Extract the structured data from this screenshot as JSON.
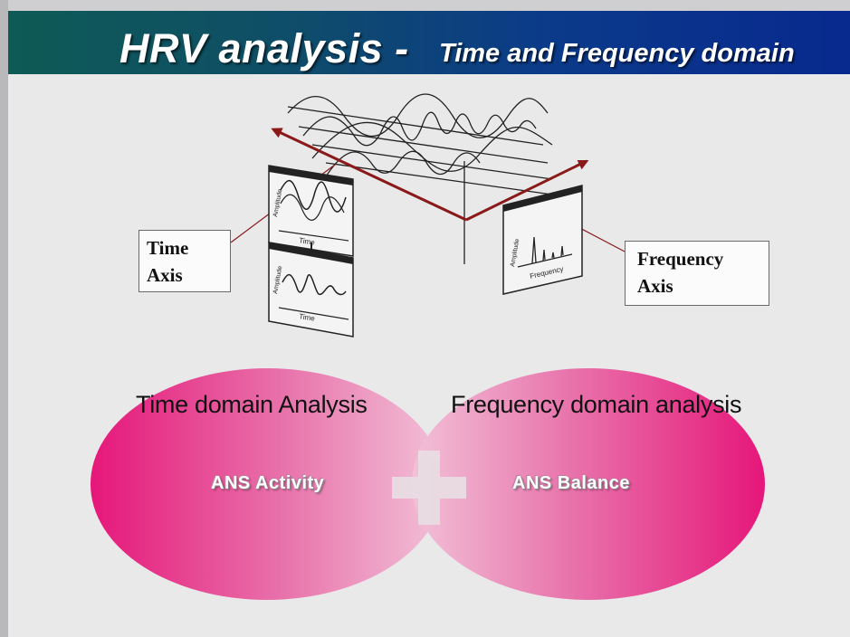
{
  "header": {
    "title": "HRV analysis -",
    "subtitle": "Time and Frequency domain"
  },
  "diagram": {
    "time_axis_label": [
      "Time",
      "Axis"
    ],
    "frequency_axis_label": [
      "Frequency",
      "Axis"
    ],
    "panel_labels": {
      "amplitude": "Amplitude",
      "time": "Time",
      "frequency": "Frequency"
    }
  },
  "lobes": {
    "time_domain_heading": "Time domain Analysis",
    "frequency_domain_heading": "Frequency domain analysis",
    "time_domain_text": "ANS Activity",
    "frequency_domain_text": "ANS Balance"
  },
  "colors": {
    "header_start": "#0e5a55",
    "header_end": "#08298e",
    "axis_arrow": "#8a1a1a",
    "lobe_magenta": "#e6177a",
    "lobe_light": "#f0b5d0"
  }
}
